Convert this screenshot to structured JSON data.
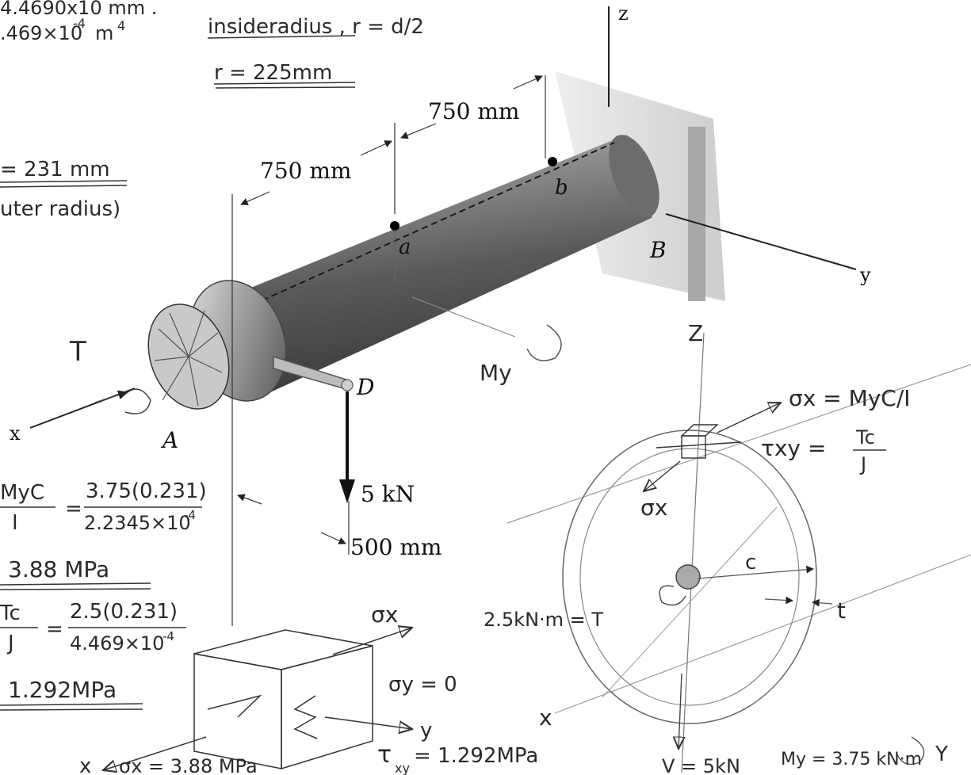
{
  "figure": {
    "axes": {
      "z": "z",
      "y": "y",
      "x": "x"
    },
    "dimensions": {
      "seg1": "750 mm",
      "seg2": "750 mm",
      "arm": "500 mm"
    },
    "points": {
      "a": "a",
      "b": "b",
      "A": "A",
      "B": "B",
      "D": "D"
    },
    "load": "5 kN"
  },
  "notes": {
    "top_left_1": "4.4690x10  mm .",
    "top_left_2": ".469×10",
    "top_left_2_exp": "-4",
    "top_left_2_unit": "m",
    "top_left_2_unit_exp": "4",
    "inside_radius": "insideradius , r = d/2",
    "r_value": "r = 225mm",
    "c_value": "= 231 mm",
    "outer_radius": "uter radius)",
    "torque_symbol": "T",
    "moment_my": "My",
    "sigma_frac_num": "MyC",
    "sigma_frac_den": "I",
    "sigma_calc_num": "3.75(0.231)",
    "sigma_calc_den": "2.2345×10",
    "sigma_calc_den_exp": "-4",
    "sigma_result": "3.88 MPa",
    "tau_frac_num": "Tc",
    "tau_frac_den": "J",
    "tau_calc_num": "2.5(0.231)",
    "tau_calc_den": "4.469×10",
    "tau_calc_den_exp": "-4",
    "tau_result": "1.292MPa",
    "el_sigma_x": "σx",
    "el_sigma_y": "σy = 0",
    "el_y": "y",
    "el_tau": "τ",
    "el_tau_sub": "xy",
    "el_tau_val": "= 1.292MPa",
    "el_x": "x",
    "el_sigma_bottom": "σx = 3.88 MPa",
    "sec_z": "Z",
    "sec_sx_formula": "σx = MyC/I",
    "sec_txy_lhs": "τxy =",
    "sec_txy_num": "Tc",
    "sec_txy_den": "J",
    "sec_sx": "σx",
    "sec_c": "c",
    "sec_t": "t",
    "sec_torque": "2.5kN·m = T",
    "sec_x": "x",
    "sec_y": "Y",
    "sec_my": "My = 3.75 kN·m",
    "sec_v": "V = 5kN"
  }
}
